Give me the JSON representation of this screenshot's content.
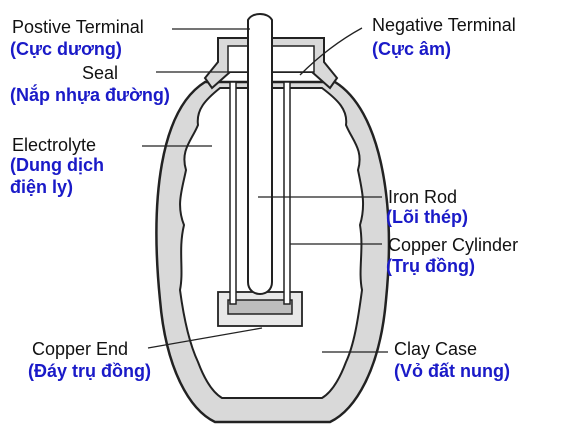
{
  "labels": {
    "positive_terminal": {
      "en": "Postive Terminal",
      "vi": "(Cực dương)"
    },
    "seal": {
      "en": "Seal",
      "vi": "(Nắp nhựa đường)"
    },
    "electrolyte": {
      "en": "Electrolyte",
      "vi_line1": "(Dung dịch",
      "vi_line2": "điện ly)"
    },
    "negative_terminal": {
      "en": "Negative Terminal",
      "vi": "(Cực âm)"
    },
    "iron_rod": {
      "en": "Iron Rod",
      "vi": "(Lõi thép)"
    },
    "copper_cylinder": {
      "en": "Copper Cylinder",
      "vi": "(Trụ đồng)"
    },
    "copper_end": {
      "en": "Copper End",
      "vi": "(Đáy trụ đồng)"
    },
    "clay_case": {
      "en": "Clay Case",
      "vi": "(Vỏ đất nung)"
    }
  },
  "colors": {
    "english_text": "#111111",
    "vietnamese_text": "#1a1ac8",
    "clay_fill": "#d9d9d9",
    "interior_fill": "#ffffff",
    "outline": "#222222"
  }
}
